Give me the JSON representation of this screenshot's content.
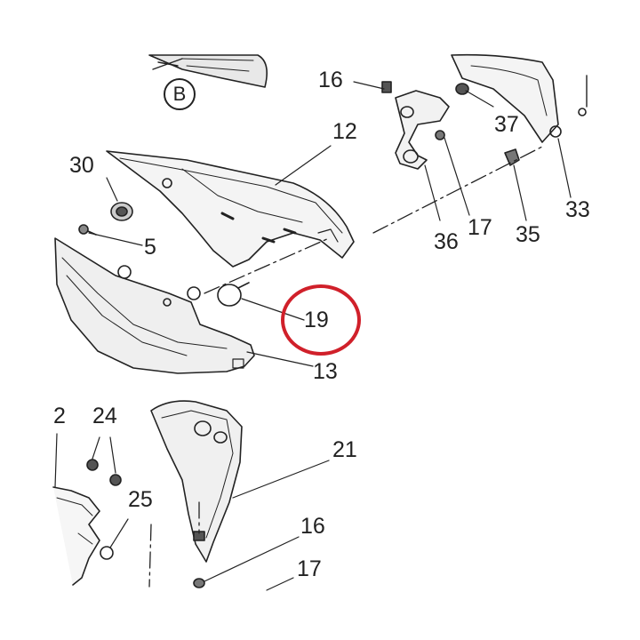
{
  "diagram": {
    "view_marker": "B",
    "highlight_color": "#d0202a",
    "line_color": "#222222",
    "part_labels": {
      "p16_top": "16",
      "p12": "12",
      "p30": "30",
      "p37": "37",
      "p5": "5",
      "p17_top": "17",
      "p36": "36",
      "p35": "35",
      "p33": "33",
      "p19": "19",
      "p13": "13",
      "p2": "2",
      "p24": "24",
      "p21": "21",
      "p25": "25",
      "p16_bottom": "16",
      "p17_bottom": "17"
    },
    "highlighted_part": "19"
  }
}
